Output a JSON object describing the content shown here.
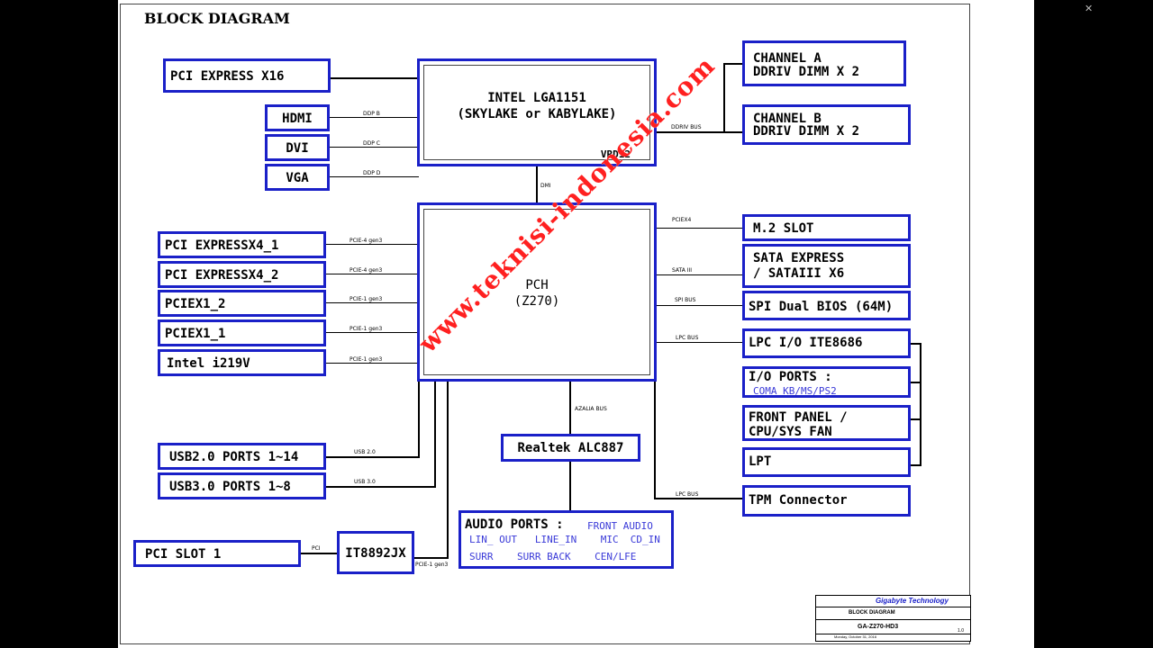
{
  "title": "BLOCK DIAGRAM",
  "cpu": {
    "line1": "INTEL LGA1151",
    "line2": "(SKYLAKE or KABYLAKE)",
    "vrd": "VRD12"
  },
  "pch": {
    "line1": "PCH",
    "line2": "(Z270)"
  },
  "left_top": [
    {
      "label": "PCI EXPRESS X16"
    },
    {
      "label": "HDMI",
      "bus": "DDP B"
    },
    {
      "label": "DVI",
      "bus": "DDP C"
    },
    {
      "label": "VGA",
      "bus": "DDP D"
    }
  ],
  "left_pch": [
    {
      "label": "PCI EXPRESSX4_1",
      "bus": "PCIE-4 gen3"
    },
    {
      "label": "PCI EXPRESSX4_2",
      "bus": "PCIE-4 gen3"
    },
    {
      "label": "PCIEX1_2",
      "bus": "PCIE-1 gen3"
    },
    {
      "label": "PCIEX1_1",
      "bus": "PCIE-1 gen3"
    },
    {
      "label": "Intel i219V",
      "bus": "PCIE-1 gen3"
    }
  ],
  "usb": [
    {
      "label": "USB2.0 PORTS 1~14",
      "bus": "USB 2.0"
    },
    {
      "label": "USB3.0 PORTS 1~8",
      "bus": "USB 3.0"
    }
  ],
  "pci_slot": {
    "label": "PCI SLOT 1",
    "bus": "PCI"
  },
  "bridge": {
    "label": "IT8892JX",
    "bus": "PCIE-1 gen3"
  },
  "dimm": {
    "a1": "CHANNEL A",
    "a2": "DDRIV  DIMM X 2",
    "b1": "CHANNEL B",
    "b2": "DDRIV DIMM X 2",
    "bus": "DDRIV BUS"
  },
  "dmi": "DMI",
  "right_pch": {
    "m2": "M.2 SLOT",
    "m2_bus": "PCIEX4",
    "sata1": "SATA EXPRESS",
    "sata2": "/ SATAIII X6",
    "sata_bus": "SATA III",
    "spi": "SPI Dual BIOS (64M)",
    "spi_bus": "SPI BUS",
    "lpc": "LPC I/O ITE8686",
    "lpc_bus": "LPC BUS",
    "io1": "I/O PORTS :",
    "io2": "COMA  KB/MS/PS2",
    "fp1": "FRONT PANEL /",
    "fp2": "CPU/SYS FAN",
    "lpt": "LPT",
    "tpm": "TPM Connector",
    "tpm_bus": "LPC BUS"
  },
  "audio": {
    "codec": "Realtek ALC887",
    "bus": "AZALIA BUS",
    "ports": "AUDIO PORTS :",
    "front": "FRONT AUDIO",
    "r2": "LIN_ OUT   LINE_IN    MIC  CD_IN",
    "r3": "SURR    SURR BACK    CEN/LFE"
  },
  "watermark": "www.teknisi-indonesia.com",
  "title_block": {
    "company": "Gigabyte Technology",
    "title": "BLOCK DIAGRAM",
    "model": "GA-Z270-HD3",
    "date": "Monday, October 31, 2016",
    "rev": "1.0"
  },
  "colors": {
    "box_border": "#1a20c8",
    "watermark": "#ff2020",
    "note": "#3a3ad8"
  },
  "icons": {
    "close": "close-icon"
  }
}
